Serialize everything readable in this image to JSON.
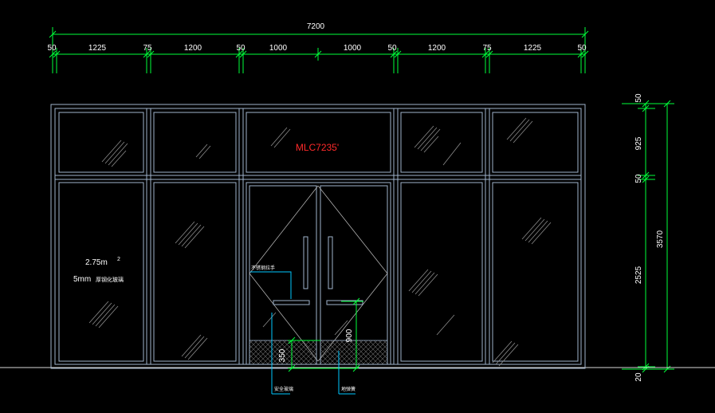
{
  "drawing": {
    "colors": {
      "background": "#000000",
      "frame": "#9fb3cc",
      "dimension": "#00ff3a",
      "dim_text": "#ffffff",
      "label": "#ff2a2a",
      "annotation": "#00c8ff",
      "glass_hatch": "#9a9a9a",
      "door_swing": "#b0b0b0",
      "ground": "#d8d8d8"
    },
    "title_label": "MLC7235'",
    "top_dimensions": {
      "overall": "7200",
      "segments": [
        "50",
        "1225",
        "75",
        "1200",
        "50",
        "1000",
        "1000",
        "50",
        "1200",
        "75",
        "1225",
        "50"
      ]
    },
    "right_dimensions": {
      "overall": "3570",
      "segments": [
        "50",
        "925",
        "50",
        "2525",
        "20"
      ]
    },
    "glass_note": {
      "area": "2.75m",
      "area_sup": "2",
      "thickness": "5mm",
      "material": "厚钢化玻璃"
    },
    "door_dims": {
      "handle_height": "900",
      "kick_height": "350"
    },
    "annotations": {
      "handle": "不锈钢拉手",
      "safety_glass": "安全玻璃",
      "floor_spring": "地弹簧"
    }
  }
}
